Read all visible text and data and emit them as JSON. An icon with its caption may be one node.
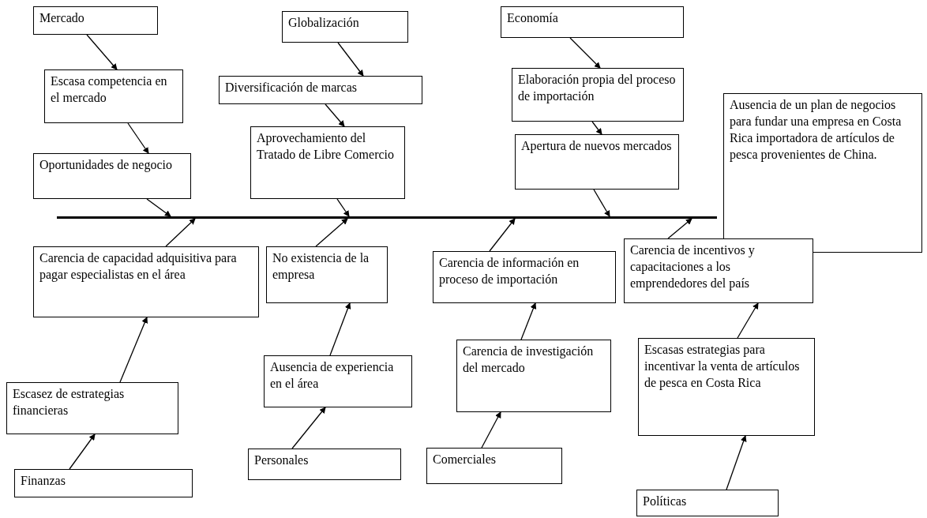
{
  "diagram": {
    "nodes": [
      {
        "text": [
          "Mercado"
        ]
      },
      {
        "text": [
          "Escasa competencia en el mercado"
        ]
      },
      {
        "text": [
          "Oportunidades de negocio"
        ]
      },
      {
        "text": [
          "Globalización"
        ]
      },
      {
        "text": [
          "Diversificación de marcas"
        ]
      },
      {
        "text": [
          "Aprovechamiento del Tratado de Libre Comercio"
        ]
      },
      {
        "text": [
          "Economía"
        ]
      },
      {
        "text": [
          "Elaboración propia del proceso de importación"
        ]
      },
      {
        "text": [
          "Apertura de nuevos mercados"
        ]
      },
      {
        "text": [
          "Ausencia de un plan de negocios para fundar una empresa en Costa Rica importadora de artículos de pesca provenientes de China."
        ]
      },
      {
        "text": [],
        "shape": "bar"
      },
      {
        "text": [
          "Carencia de capacidad adquisitiva  para pagar especialistas en el área"
        ]
      },
      {
        "text": [
          "Escasez de estrategias financieras"
        ]
      },
      {
        "text": [
          "Finanzas"
        ]
      },
      {
        "text": [
          "No existencia de la empresa"
        ]
      },
      {
        "text": [
          "Ausencia de experiencia en el área"
        ]
      },
      {
        "text": [
          "Personales"
        ]
      },
      {
        "text": [
          "Carencia de información en proceso de importación"
        ]
      },
      {
        "text": [
          "Carencia de investigación del mercado"
        ]
      },
      {
        "text": [
          "Comerciales"
        ]
      },
      {
        "text": [
          "Carencia de incentivos y capacitaciones a los emprendedores del país"
        ]
      },
      {
        "text": [
          "Escasas estrategias para incentivar la venta de artículos de pesca en Costa Rica"
        ]
      },
      {
        "text": [
          "Políticas"
        ]
      }
    ],
    "edges": [
      {
        "from": 0,
        "to": 1,
        "arrow": "to"
      },
      {
        "from": 1,
        "to": 2,
        "arrow": "to"
      },
      {
        "from": 2,
        "to": 10,
        "arrow": "to"
      },
      {
        "from": 3,
        "to": 4,
        "arrow": "to"
      },
      {
        "from": 4,
        "to": 5,
        "arrow": "to"
      },
      {
        "from": 5,
        "to": 10,
        "arrow": "to"
      },
      {
        "from": 6,
        "to": 7,
        "arrow": "to"
      },
      {
        "from": 7,
        "to": 8,
        "arrow": "to"
      },
      {
        "from": 8,
        "to": 10,
        "arrow": "to"
      },
      {
        "from": 13,
        "to": 12,
        "arrow": "to"
      },
      {
        "from": 12,
        "to": 11,
        "arrow": "to"
      },
      {
        "from": 11,
        "to": 10,
        "arrow": "to"
      },
      {
        "from": 16,
        "to": 15,
        "arrow": "to"
      },
      {
        "from": 15,
        "to": 14,
        "arrow": "to"
      },
      {
        "from": 14,
        "to": 10,
        "arrow": "to"
      },
      {
        "from": 19,
        "to": 18,
        "arrow": "to"
      },
      {
        "from": 18,
        "to": 17,
        "arrow": "to"
      },
      {
        "from": 17,
        "to": 10,
        "arrow": "to"
      },
      {
        "from": 22,
        "to": 21,
        "arrow": "to"
      },
      {
        "from": 21,
        "to": 20,
        "arrow": "to"
      },
      {
        "from": 20,
        "to": 10,
        "arrow": "to"
      }
    ]
  }
}
